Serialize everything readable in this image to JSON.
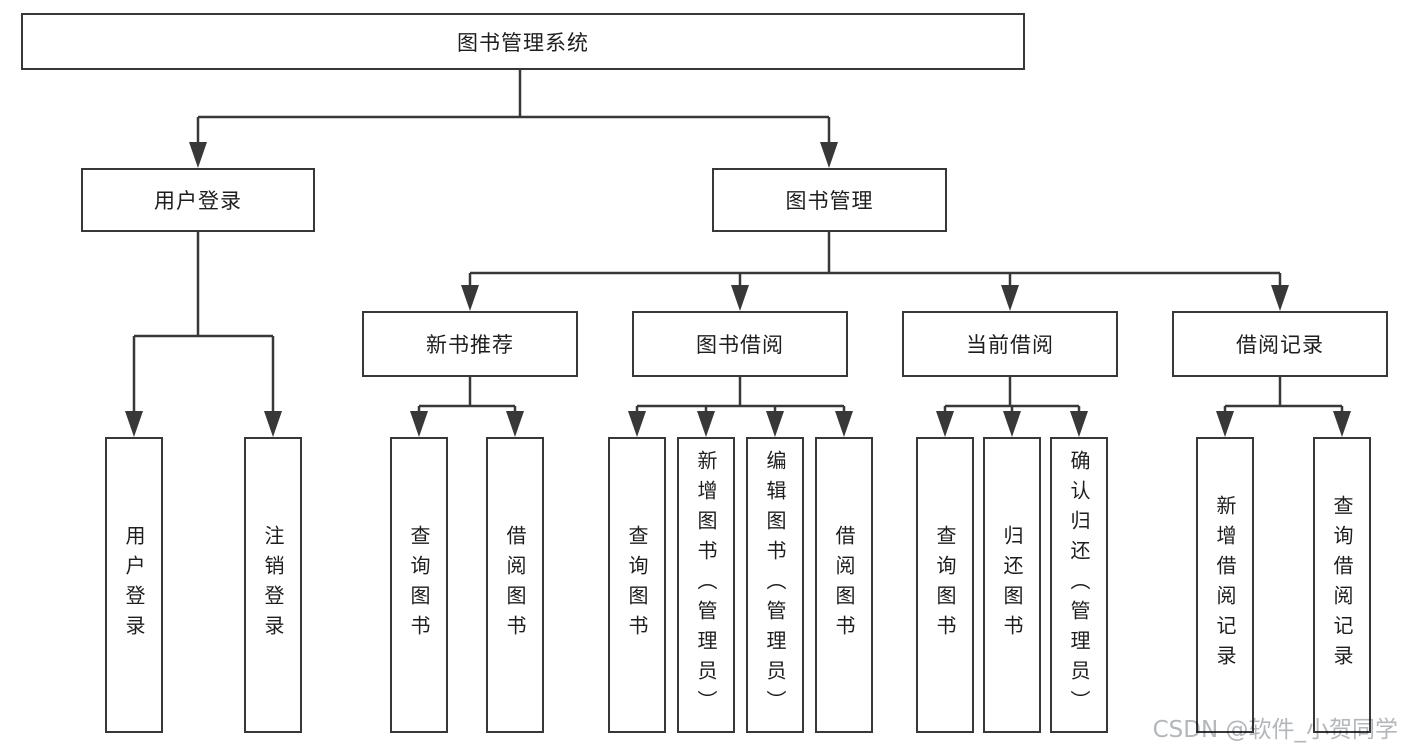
{
  "diagram": {
    "title": "图书管理系统",
    "branches": {
      "user_login": {
        "label": "用户登录",
        "children": [
          "用户登录",
          "注销登录"
        ]
      },
      "book_management": {
        "label": "图书管理",
        "modules": {
          "new_book_recommend": {
            "label": "新书推荐",
            "children": [
              "查询图书",
              "借阅图书"
            ]
          },
          "book_borrowing": {
            "label": "图书借阅",
            "children": [
              "查询图书",
              "新增图书（管理员）",
              "编辑图书（管理员）",
              "借阅图书"
            ]
          },
          "current_borrowing": {
            "label": "当前借阅",
            "children": [
              "查询图书",
              "归还图书",
              "确认归还（管理员）"
            ]
          },
          "borrowing_records": {
            "label": "借阅记录",
            "children": [
              "新增借阅记录",
              "查询借阅记录"
            ]
          }
        }
      }
    },
    "colors": {
      "line": "#383838",
      "text": "#1e1e1e",
      "box_background": "#ffffff",
      "watermark": "#b3b6ba"
    },
    "watermark": "CSDN @软件_小贺同学"
  }
}
